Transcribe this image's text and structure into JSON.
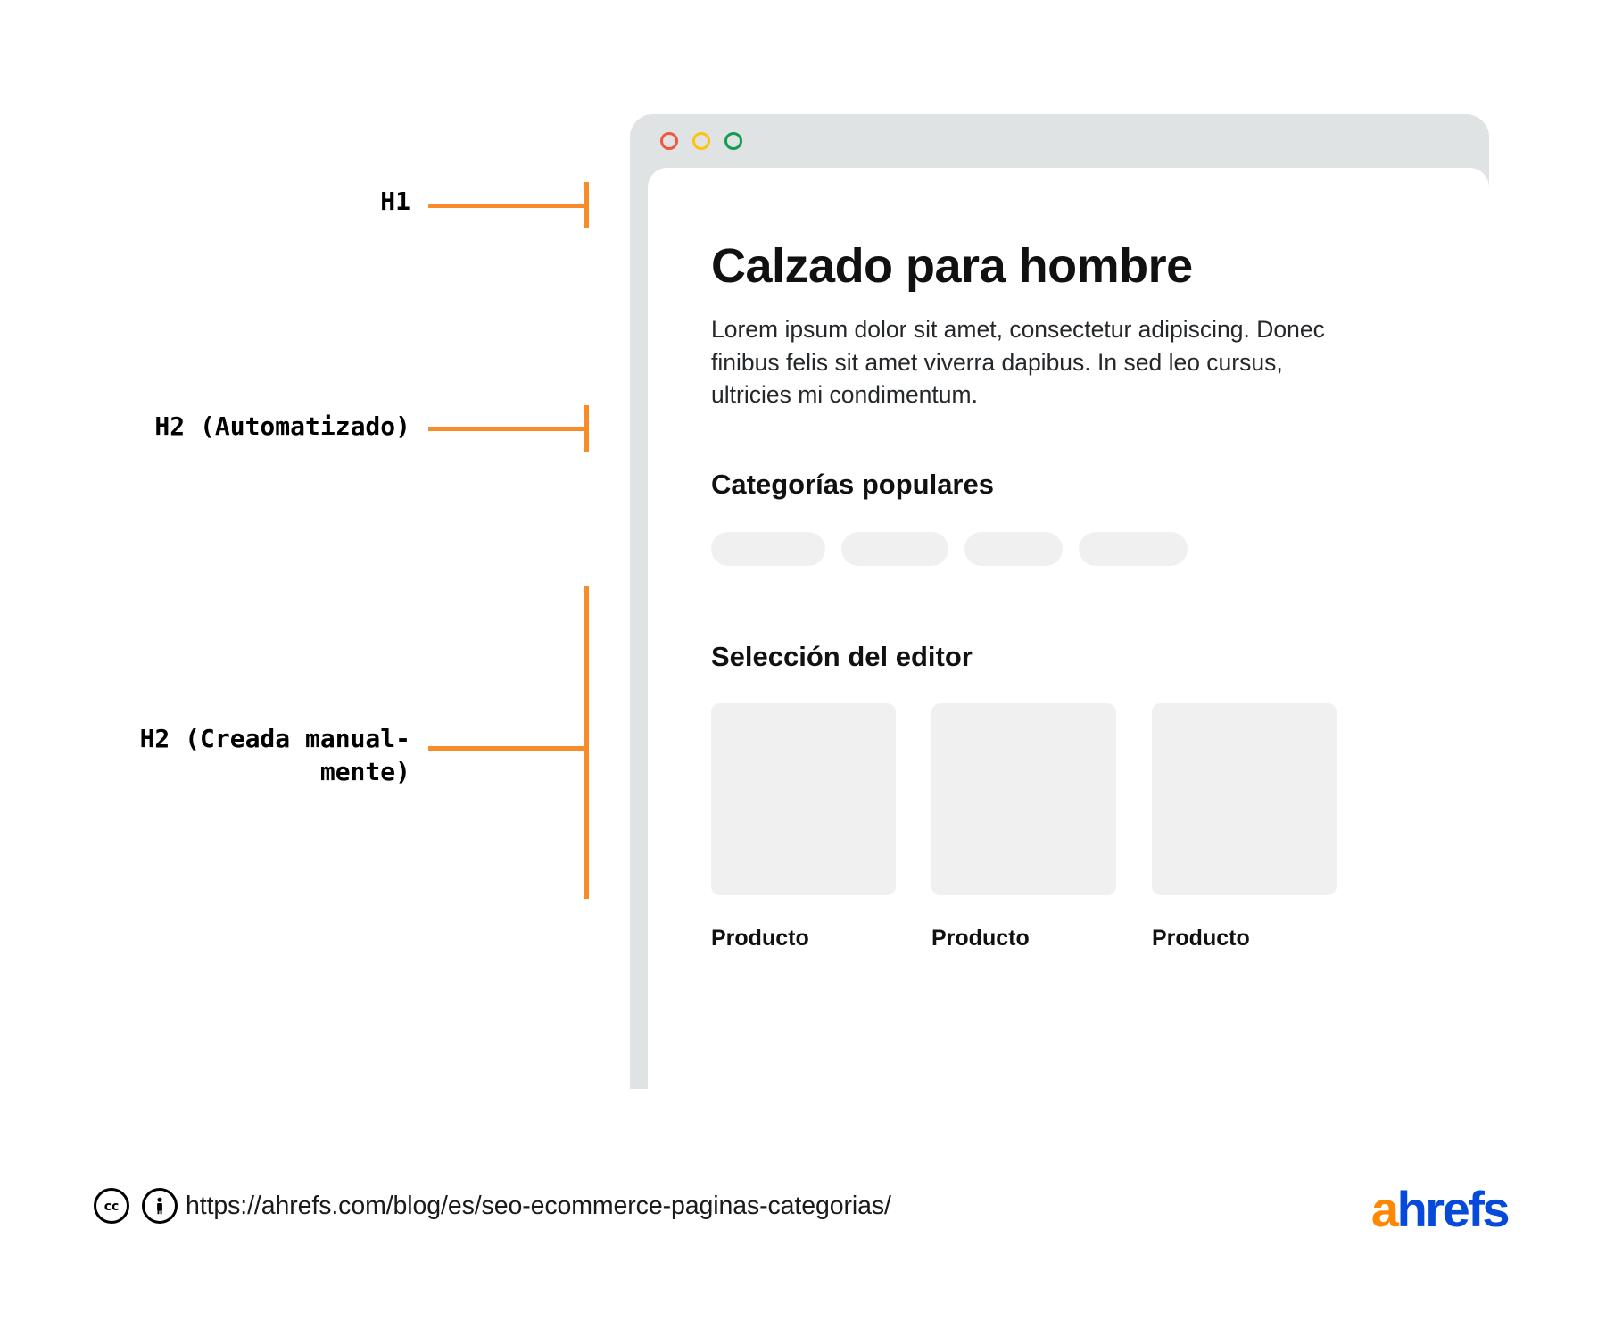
{
  "browser": {
    "traffic_lights": [
      {
        "name": "close-dot",
        "color": "#f4553f"
      },
      {
        "name": "minimize-dot",
        "color": "#ffc20a"
      },
      {
        "name": "maximize-dot",
        "color": "#0f9d4f"
      }
    ]
  },
  "page": {
    "h1": "Calzado para hombre",
    "lead_paragraph": "Lorem ipsum dolor sit amet, consectetur adipiscing. Donec finibus felis sit amet viverra dapibus. In sed leo cursus, ultricies mi condimentum.",
    "h2_automated": "Categorías populares",
    "h2_manual": "Selección del editor",
    "category_chips": [
      "",
      "",
      "",
      ""
    ],
    "products": [
      {
        "label": "Producto"
      },
      {
        "label": "Producto"
      },
      {
        "label": "Producto"
      }
    ]
  },
  "annotations": {
    "h1_label": "H1",
    "h2_automated_label": "H2 (Automatizado)",
    "h2_manual_label": "H2 (Creada manual-\nmente)"
  },
  "footer": {
    "license_icons": [
      {
        "name": "creative-commons-icon",
        "glyph": "cc"
      },
      {
        "name": "cc-by-attribution-icon",
        "glyph": "by"
      }
    ],
    "url": "https://ahrefs.com/blog/es/seo-ecommerce-paginas-categorias/",
    "logo_first": "a",
    "logo_rest": "hrefs"
  },
  "colors": {
    "accent_orange": "#f78c28",
    "brand_orange": "#ff8800",
    "brand_blue": "#054ada",
    "chrome_gray": "#dfe3e4",
    "placeholder_gray": "#f0f0f1"
  }
}
